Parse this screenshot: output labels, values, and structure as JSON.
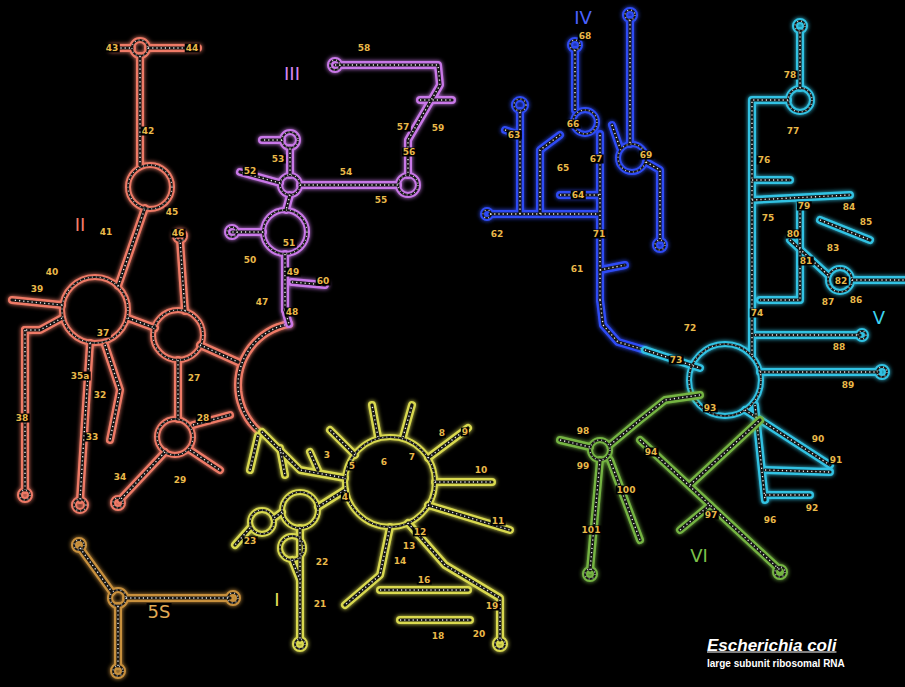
{
  "diagram": {
    "labels": [
      "I",
      "II",
      "III",
      "IV",
      "V",
      "VI",
      "5S",
      "43",
      "44",
      "42",
      "41",
      "45",
      "46",
      "39",
      "40",
      "37",
      "35a",
      "32",
      "33",
      "38",
      "34",
      "27",
      "28",
      "29",
      "58",
      "57",
      "59",
      "56",
      "53",
      "52",
      "54",
      "55",
      "51",
      "50",
      "49",
      "48",
      "47",
      "60",
      "3",
      "4",
      "5",
      "6",
      "7",
      "8",
      "9",
      "10",
      "11",
      "12",
      "13",
      "14",
      "16",
      "18",
      "19",
      "20",
      "21",
      "22",
      "23",
      "68",
      "63",
      "66",
      "67",
      "65",
      "64",
      "69",
      "71",
      "62",
      "61",
      "78",
      "77",
      "76",
      "79",
      "84",
      "85",
      "80",
      "81",
      "83",
      "82",
      "86",
      "87",
      "75",
      "74",
      "72",
      "73",
      "88",
      "89",
      "90",
      "91",
      "92",
      "93",
      "94",
      "96",
      "97",
      "98",
      "99",
      "100",
      "101",
      "Escherichia coli",
      "large subunit ribosomal RNA"
    ]
  }
}
